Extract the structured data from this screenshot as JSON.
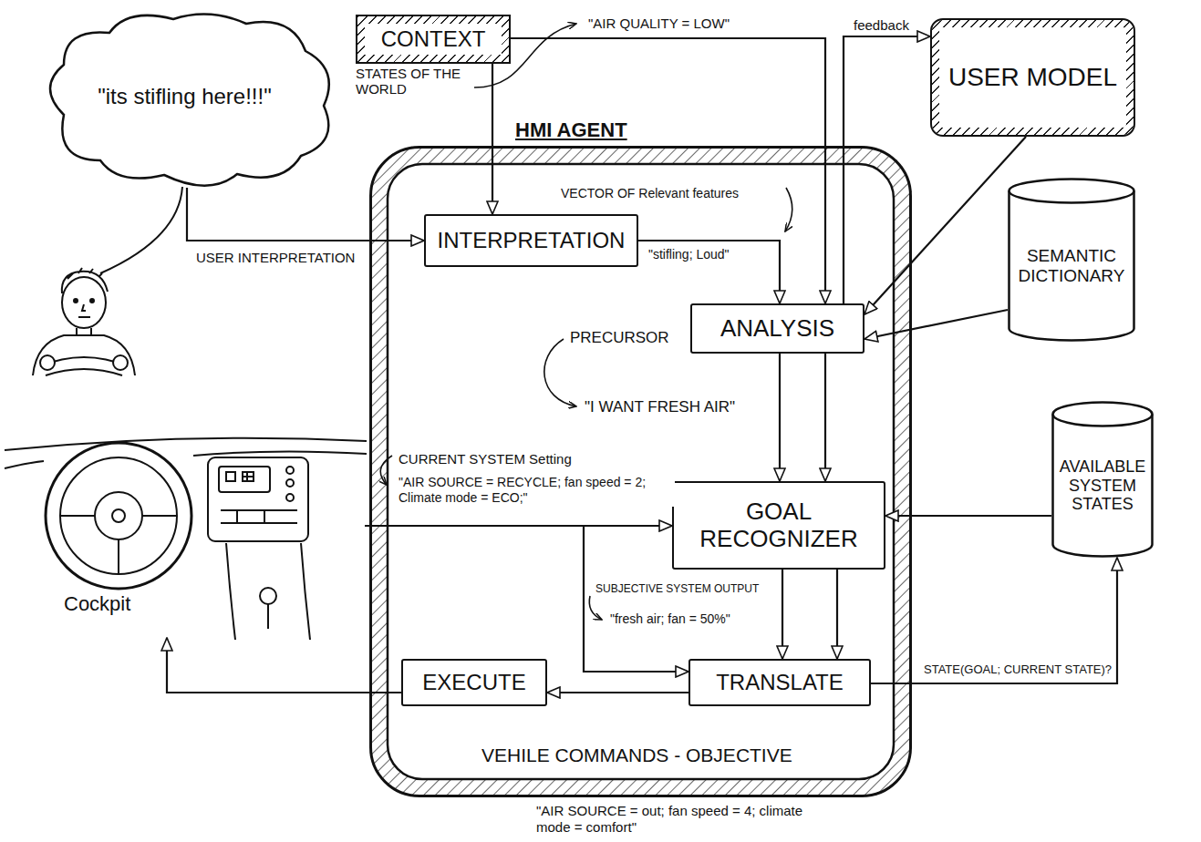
{
  "diagram": {
    "nodes": [
      {
        "text": [
          "\"its stifling here!!!\""
        ]
      },
      {
        "text": [
          "CONTEXT",
          "STATES OF THE WORLD"
        ]
      },
      {
        "text": [
          "USER MODEL"
        ]
      },
      {
        "text": [
          "HMI AGENT"
        ]
      },
      {
        "text": [
          "INTERPRETATION"
        ],
        "in": 3
      },
      {
        "text": [
          "ANALYSIS"
        ],
        "in": 3
      },
      {
        "text": [
          "GOAL RECOGNIZER"
        ],
        "in": 3
      },
      {
        "text": [
          "TRANSLATE"
        ],
        "in": 3
      },
      {
        "text": [
          "EXECUTE"
        ],
        "in": 3
      },
      {
        "text": [
          "SEMANTIC DICTIONARY"
        ]
      },
      {
        "text": [
          "AVAILABLE SYSTEM STATES"
        ]
      },
      {
        "text": [
          "Cockpit"
        ]
      }
    ],
    "edges": [
      {
        "from": 0,
        "to": 4,
        "label": "USER INTERPRETATION",
        "arrow": "to"
      },
      {
        "from": 1,
        "to": 4,
        "arrow": "to"
      },
      {
        "from": 1,
        "to": 5,
        "label": "\"AIR QUALITY = LOW\"",
        "arrow": "to"
      },
      {
        "from": 4,
        "to": 5,
        "label": "\"stifling; Loud\"",
        "arrow": "to"
      },
      {
        "from": 5,
        "to": 2,
        "label": "feedback",
        "arrow": "to"
      },
      {
        "from": 2,
        "to": 5,
        "arrow": "to"
      },
      {
        "from": 9,
        "to": 5,
        "arrow": "to"
      },
      {
        "from": 5,
        "to": 6,
        "arrow": "to"
      },
      {
        "from": 5,
        "to": 6,
        "arrow": "to"
      },
      {
        "from": 10,
        "to": 6,
        "arrow": "to"
      },
      {
        "from": 11,
        "to": 6,
        "label": "\"AIR SOURCE = RECYCLE; fan speed = 2; Climate mode = ECO;\"",
        "arrow": "to"
      },
      {
        "from": 11,
        "to": 7,
        "arrow": "to"
      },
      {
        "from": 6,
        "to": 7,
        "label": "\"fresh air; fan = 50%\"",
        "arrow": "to"
      },
      {
        "from": 6,
        "to": 7,
        "arrow": "to"
      },
      {
        "from": 7,
        "to": 10,
        "label": "STATE(GOAL; CURRENT STATE)?",
        "arrow": "to"
      },
      {
        "from": 7,
        "to": 8,
        "arrow": "to"
      },
      {
        "from": 8,
        "to": 11,
        "arrow": "to"
      }
    ],
    "labels": [
      "VECTOR OF Relevant features",
      "PRECURSOR",
      "\"I WANT FRESH AIR\"",
      "CURRENT SYSTEM Setting",
      "SUBJECTIVE SYSTEM OUTPUT",
      "VEHILE COMMANDS - OBJECTIVE",
      "\"AIR SOURCE = out; fan speed = 4; climate mode = comfort\""
    ]
  }
}
